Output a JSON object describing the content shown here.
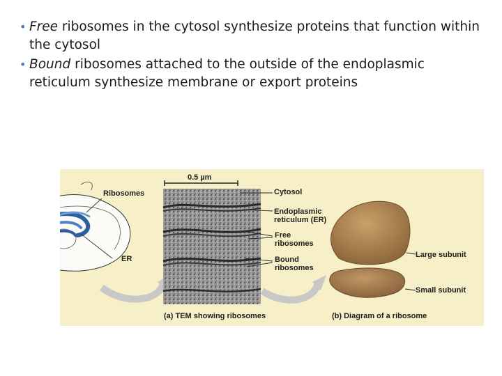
{
  "bullets": [
    {
      "emph": "Free",
      "rest": " ribosomes in the cytosol synthesize proteins that function within the cytosol"
    },
    {
      "emph": "Bound",
      "rest": " ribosomes attached to the outside of the endoplasmic reticulum synthesize membrane or export proteins"
    }
  ],
  "figure": {
    "scale_bar": "0.5 µm",
    "labels": {
      "ribosomes": "Ribosomes",
      "er": "ER",
      "cytosol": "Cytosol",
      "endoplasmic_1": "Endoplasmic",
      "endoplasmic_2": "reticulum (ER)",
      "free_1": "Free",
      "free_2": "ribosomes",
      "bound_1": "Bound",
      "bound_2": "ribosomes",
      "large_subunit": "Large subunit",
      "small_subunit": "Small subunit"
    },
    "captions": {
      "a": "(a) TEM showing ribosomes",
      "b": "(b) Diagram of a ribosome"
    },
    "colors": {
      "background": "#f6efc8",
      "er_blue": "#2e5f9e",
      "ribosome_brown": "#a88050"
    }
  }
}
